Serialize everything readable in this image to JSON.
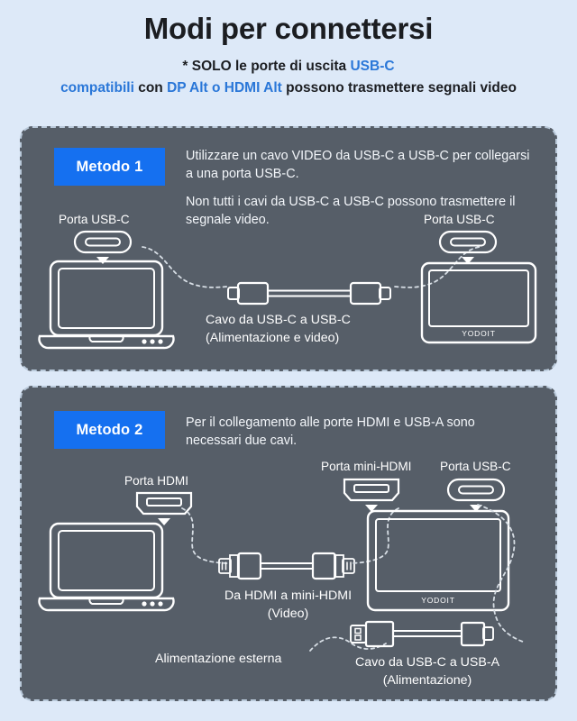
{
  "header": {
    "title": "Modi per connettersi",
    "subtitle_line1_a": "* SOLO le porte di uscita ",
    "subtitle_line1_b": "USB-C",
    "subtitle_line2_a": "compatibili",
    "subtitle_line2_b": " con ",
    "subtitle_line2_c": "DP Alt o HDMI Alt",
    "subtitle_line2_d": " possono trasmettere segnali video"
  },
  "colors": {
    "background": "#dde9f8",
    "panel": "#565e68",
    "panel_border": "#b9c9da",
    "badge_blue": "#1570f0",
    "accent_blue": "#2a77d8",
    "line_white": "#ffffff",
    "title_dark": "#1b1d21"
  },
  "method1": {
    "badge": "Metodo 1",
    "paragraph1": "Utilizzare un cavo VIDEO da USB-C a USB-C per collegarsi a una porta USB-C.",
    "paragraph2": "Non tutti i cavi da USB-C a USB-C possono trasmettere il segnale video.",
    "laptop_port_label": "Porta USB-C",
    "monitor_port_label": "Porta USB-C",
    "cable_caption_line1": "Cavo da USB-C a USB-C",
    "cable_caption_line2": "(Alimentazione e video)",
    "monitor_brand": "YODOIT"
  },
  "method2": {
    "badge": "Metodo 2",
    "paragraph1": "Per il collegamento alle porte HDMI e USB-A sono necessari due cavi.",
    "laptop_port_label": "Porta HDMI",
    "monitor_port_label_1": "Porta mini-HDMI",
    "monitor_port_label_2": "Porta USB-C",
    "video_cable_caption_line1": "Da HDMI a mini-HDMI",
    "video_cable_caption_line2": "(Video)",
    "power_source_label": "Alimentazione esterna",
    "power_cable_caption_line1": "Cavo da USB-C a USB-A",
    "power_cable_caption_line2": "(Alimentazione)",
    "monitor_brand": "YODOIT"
  }
}
